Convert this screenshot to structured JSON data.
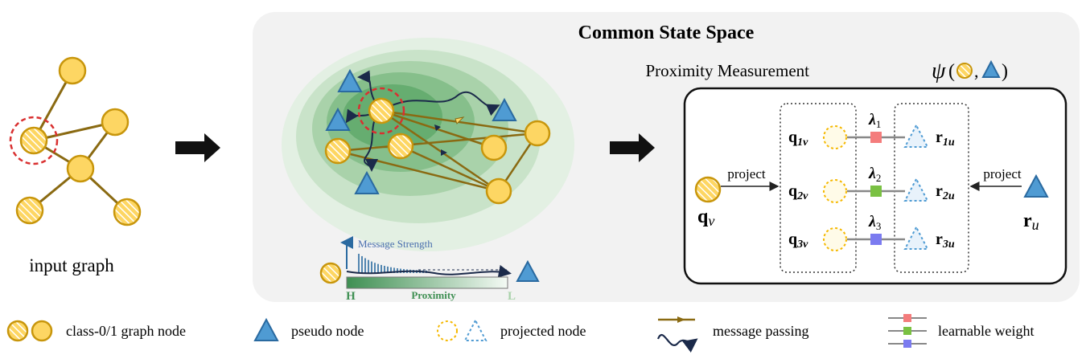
{
  "input_graph_caption": "input graph",
  "state_space": {
    "title": "Common State Space",
    "message_strength_label": "Message Strength",
    "proximity_label": "Proximity",
    "high_label": "H",
    "low_label": "L"
  },
  "proximity": {
    "title": "Proximity  Measurement",
    "psi_symbol": "ψ",
    "project_left": "project",
    "project_right": "project",
    "q_node_base": "q",
    "q_node_sub": "v",
    "r_node_base": "r",
    "r_node_sub": "u",
    "rows": [
      {
        "q_base": "q",
        "q_sub": "1v",
        "lambda_sub": "1",
        "r_base": "r",
        "r_sub": "1u",
        "weight_color": "#f47c7c"
      },
      {
        "q_base": "q",
        "q_sub": "2v",
        "lambda_sub": "2",
        "r_base": "r",
        "r_sub": "2u",
        "weight_color": "#7ac143"
      },
      {
        "q_base": "q",
        "q_sub": "3v",
        "lambda_sub": "3",
        "r_base": "r",
        "r_sub": "3u",
        "weight_color": "#7b7bf0"
      }
    ],
    "lambda_symbol": "λ"
  },
  "legend": {
    "graph_node": "class-0/1 graph node",
    "pseudo_node": "pseudo node",
    "projected_node": "projected node",
    "message_passing": "message passing",
    "learnable_weight": "learnable weight"
  },
  "colors": {
    "node_fill": "#fdd663",
    "node_stroke": "#c8960c",
    "pseudo_fill": "#4f9bd3",
    "pseudo_stroke": "#2a6aa0",
    "edge": "#8a6a12",
    "panel_bg": "#f2f2f2",
    "green_dark": "#3e8f52",
    "dashed_red": "#d93030",
    "message_curve": "#1b2a4a"
  }
}
